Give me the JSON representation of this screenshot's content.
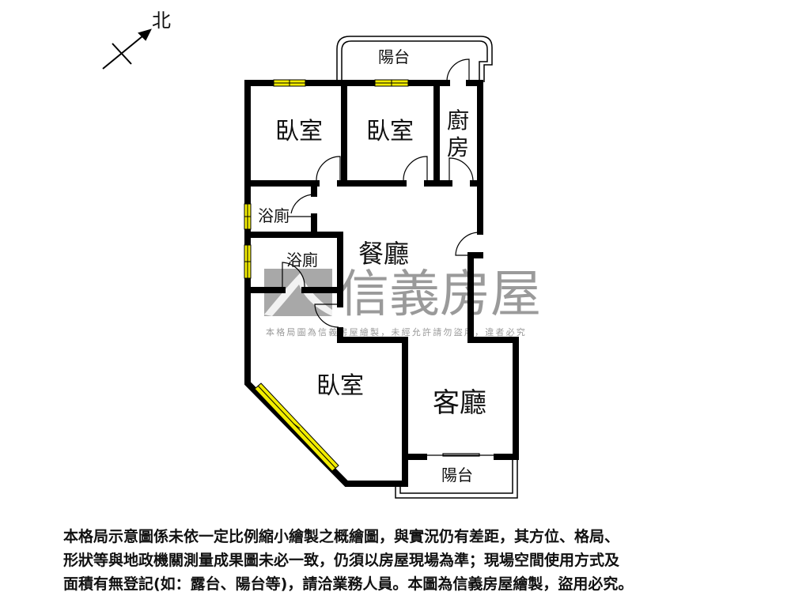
{
  "compass": {
    "north_label": "北"
  },
  "rooms": {
    "bedroom_1": "臥室",
    "bedroom_2": "臥室",
    "kitchen_line1": "廚",
    "kitchen_line2": "房",
    "bathroom_1": "浴廁",
    "bathroom_2": "浴廁",
    "dining": "餐廳",
    "bedroom_3": "臥室",
    "living": "客廳",
    "balcony_top": "陽台",
    "balcony_bottom": "陽台"
  },
  "watermark": {
    "brand": "信義房屋",
    "notice": "本格局圖為信義房屋繪製，未經允許請勿盜用，違者必究"
  },
  "colors": {
    "wall": "#000000",
    "window": "#f2ec00",
    "watermark": "#9a9a9a"
  },
  "disclaimer": [
    "本格局示意圖係未依一定比例縮小繪製之概繪圖，與實況仍有差距，其方位、格局、",
    "形狀等與地政機關測量成果圖未必一致，仍須以房屋現場為準；現場空間使用方式及",
    "面積有無登記(如：露台、陽台等)，請洽業務人員。本圖為信義房屋繪製，盜用必究。"
  ]
}
